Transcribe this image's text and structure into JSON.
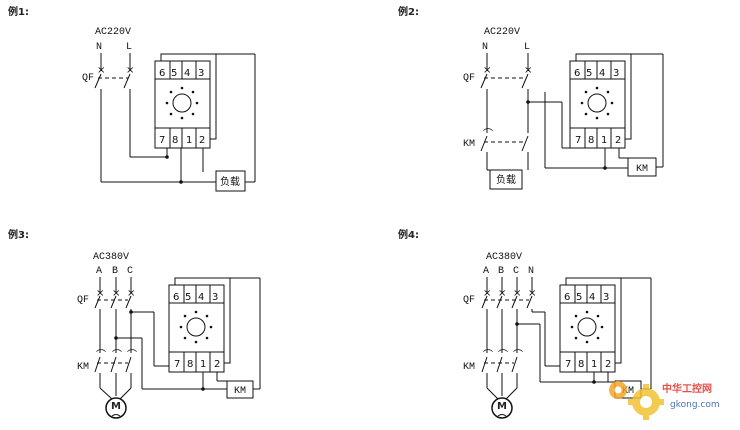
{
  "examples": [
    {
      "title": "例1:",
      "supply": "AC220V",
      "lines": [
        "N",
        "L"
      ],
      "qf": "QF",
      "load": "负载"
    },
    {
      "title": "例2:",
      "supply": "AC220V",
      "lines": [
        "N",
        "L"
      ],
      "qf": "QF",
      "km": "KM",
      "load": "负载",
      "coil": "KM"
    },
    {
      "title": "例3:",
      "supply": "AC380V",
      "lines": [
        "A",
        "B",
        "C"
      ],
      "qf": "QF",
      "km": "KM",
      "coil": "KM",
      "motor": "M"
    },
    {
      "title": "例4:",
      "supply": "AC380V",
      "lines": [
        "A",
        "B",
        "C",
        "N"
      ],
      "qf": "QF",
      "km": "KM",
      "coil": "KM",
      "motor": "M"
    }
  ],
  "relay": {
    "top_pins": [
      "6",
      "5",
      "4",
      "3"
    ],
    "bottom_pins": [
      "7",
      "8",
      "1",
      "2"
    ]
  },
  "watermark": {
    "text": "中华工控网",
    "url": "gkong.com"
  }
}
